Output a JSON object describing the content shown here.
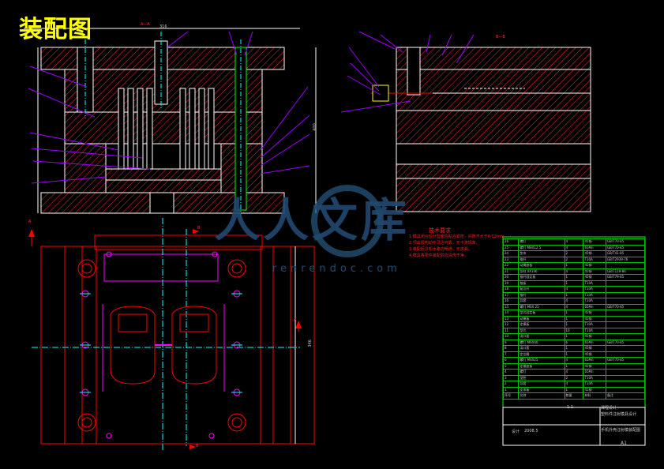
{
  "title": "装配图",
  "section_labels": {
    "top_left": "A—A",
    "top_right": "B—B",
    "left_arrow": "A",
    "right_arrow": "A",
    "top_b": "B",
    "bottom_b": "B"
  },
  "dimension_top": "316",
  "dimension_height": "400",
  "dimension_plan": "346",
  "watermark": {
    "logo": "人人文库",
    "url": "renrendoc.com"
  },
  "tech_requirements": {
    "title": "技术要求",
    "lines": [
      "1.模具闭合后分型面应贴合紧密，间隙不大于0.02mm。",
      "2.顶出机构动作灵活可靠，无卡滞现象。",
      "3.装配后冷却水路应畅通，无渗漏。",
      "4.模具各零件装配前应清洗干净。"
    ]
  },
  "bom": [
    [
      "26",
      "螺钉",
      "4",
      "45钢",
      "GB/T70-85"
    ],
    [
      "25",
      "螺钉 M8X12.5",
      "4",
      "65Mn",
      "GB/T70-85"
    ],
    [
      "24",
      "垫块",
      "2",
      "45钢",
      "GB/T41-85"
    ],
    [
      "23",
      "推杆",
      "2",
      "T10A",
      "GB/T2939-76"
    ],
    [
      "22",
      "动模座板",
      "1",
      "45钢",
      ""
    ],
    [
      "21",
      "导柱 4X106",
      "4",
      "45钢",
      "GB/T119-86"
    ],
    [
      "20",
      "推杆固定板",
      "1",
      "45钢",
      "GB/T79-85"
    ],
    [
      "19",
      "推板",
      "1",
      "T10A",
      ""
    ],
    [
      "18",
      "复位杆",
      "4",
      "T10A",
      ""
    ],
    [
      "17",
      "推杆",
      "1",
      "T10A",
      ""
    ],
    [
      "16",
      "导套",
      "4",
      "T10A",
      ""
    ],
    [
      "15",
      "螺钉 M6X 25",
      "4",
      "65Mn",
      "GB/T70-85"
    ],
    [
      "14",
      "型芯固定板",
      "1",
      "45钢",
      ""
    ],
    [
      "13",
      "动模板",
      "1",
      "45钢",
      ""
    ],
    [
      "12",
      "定模板",
      "1",
      "T10A",
      ""
    ],
    [
      "11",
      "型芯",
      "10",
      "T10A",
      ""
    ],
    [
      "10",
      "浇口套",
      "1",
      "45钢",
      ""
    ],
    [
      "9",
      "螺钉 M6X40",
      "6",
      "65Mn",
      "GB/T70-85"
    ],
    [
      "8",
      "浇口套",
      "1",
      "45钢",
      ""
    ],
    [
      "7",
      "定位圈",
      "1",
      "45钢",
      ""
    ],
    [
      "6",
      "螺钉 M6X25",
      "4",
      "65Mn",
      "GB/T70-85"
    ],
    [
      "5",
      "定模座板",
      "1",
      "45钢",
      ""
    ],
    [
      "4",
      "螺钉",
      "4",
      "65Mn",
      ""
    ],
    [
      "3",
      "型腔",
      "2",
      "T10A",
      ""
    ],
    [
      "2",
      "导套",
      "4",
      "T10A",
      ""
    ],
    [
      "1",
      "支承板",
      "1",
      "45钢",
      ""
    ]
  ],
  "bom_header": [
    "序号",
    "名称",
    "数量",
    "材料",
    "备注"
  ],
  "title_block": {
    "school": "课程设计",
    "project": "塑料件注射模具设计",
    "scale": "1:1",
    "drawing_name": "手机外壳注射模装配图",
    "sheet": "A1",
    "drawn_label": "设计",
    "date": "2008.5"
  },
  "colors": {
    "background": "#000000",
    "outline": "#ffffff",
    "hatch": "#ff3030",
    "cyan": "#00ffff",
    "magenta": "#ff00ff",
    "green": "#00ff00",
    "leader": "#9a00ff",
    "yellow": "#ffff00",
    "red": "#ff0000",
    "blue": "#3060ff"
  }
}
